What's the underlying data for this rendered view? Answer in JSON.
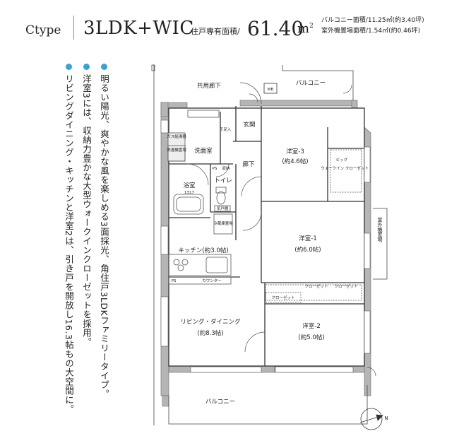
{
  "header": {
    "type_label": "Ctype",
    "plan_type": "3LDK+WIC",
    "area_label": "住戸専有面積/",
    "area_value": "61.40",
    "area_unit": "m",
    "area_unit_sup": "2",
    "balcony_area": "バルコニー面積/11.25㎡(約3.40坪)",
    "outdoor_unit_area": "室外機置場面積/1.54㎡(約0.46坪)"
  },
  "features": [
    "明るい陽光、爽やかな風を楽しめる3面採光、角住戸3LDKファミリータイプ。",
    "洋室3には、収納力豊かな大型ウォークインクローゼットを採用。",
    "リビングダイニング・キッチンと洋室2は、引き戸を開放し16.3帖もの大空間に。"
  ],
  "rooms": {
    "common_corridor": "共用廊下",
    "mb": "MB",
    "balcony_top": "バルコニー",
    "entrance": "玄関",
    "shoe_box": "下足入",
    "washroom": "洗面室",
    "water_heater": "ガス給湯器",
    "washer_area": "洗濯機置場",
    "ps_top": "PS",
    "storage": "収納",
    "hallway": "廊下",
    "bathroom": "浴室",
    "bath_size": "1317",
    "toilet": "トイレ",
    "wash_shelf": "吊戸棚",
    "fridge": "冷蔵庫置場",
    "western3": "洋室-3",
    "western3_size": "(約4.6帖)",
    "wic": "ウォークイン クローゼット",
    "wic_big": "ビッグ",
    "western1": "洋室-1",
    "western1_size": "(約6.0帖)",
    "outdoor_unit": "室外機置場",
    "closet_a": "クローゼット",
    "closet_b": "クローゼット",
    "closet_c": "クローゼット",
    "kitchen": "キッチン(約3.0帖)",
    "ps_kitchen": "PS",
    "counter": "カウンター",
    "living": "リビング・ダイニング",
    "living_size": "(約8.3帖)",
    "western2": "洋室-2",
    "western2_size": "(約5.0帖)",
    "balcony_bottom": "バルコニー",
    "north": "N"
  }
}
